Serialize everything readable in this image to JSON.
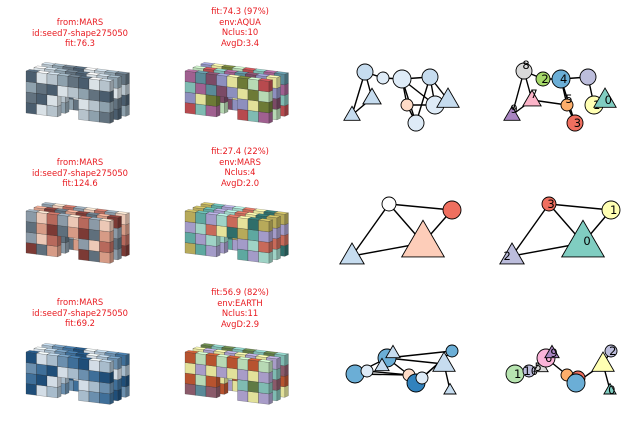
{
  "rows": [
    {
      "left_caption": {
        "line1": "from:MARS",
        "line2": "id:seed7-shape275050",
        "line3": "fit:76.3"
      },
      "right_caption": {
        "line1": "fit:74.3 (97%)",
        "line2": "env:AQUA",
        "line3": "Nclus:10",
        "line4": "AvgD:3.4"
      },
      "left_shape_palette": [
        "#4a5d6e",
        "#62727f",
        "#8ea1ad",
        "#b6c3cc",
        "#d9e1e6"
      ],
      "right_shape_palette": [
        "#5a8a98",
        "#7fbbb2",
        "#b7d9b4",
        "#e2e19a",
        "#7b4a66",
        "#a06090",
        "#b74a4e",
        "#6d7a36",
        "#8d8fbe"
      ],
      "graph_nodes": [
        {
          "shape": "circle",
          "color": "#c6dcef"
        },
        {
          "shape": "circle",
          "color": "#deebf7"
        },
        {
          "shape": "circle",
          "color": "#deebf7"
        },
        {
          "shape": "circle",
          "color": "#c6dcef"
        },
        {
          "shape": "circle",
          "color": "#fddbc7"
        },
        {
          "shape": "circle",
          "color": "#deebf7"
        },
        {
          "shape": "circle",
          "color": "#deebf7"
        },
        {
          "shape": "triangle",
          "color": "#c6dcef"
        },
        {
          "shape": "triangle",
          "color": "#c6dcef"
        },
        {
          "shape": "triangle",
          "color": "#c6dcef"
        }
      ],
      "cluster_nodes": [
        {
          "label": "8",
          "shape": "circle",
          "color": "#d9d9d9"
        },
        {
          "label": "2",
          "shape": "circle",
          "color": "#a6d96a"
        },
        {
          "label": "4",
          "shape": "circle",
          "color": "#6baed6"
        },
        {
          "label": "",
          "shape": "circle",
          "color": "#bcbddc"
        },
        {
          "label": "7",
          "shape": "triangle",
          "color": "#fbb4c8"
        },
        {
          "label": "5",
          "shape": "circle",
          "color": "#fdae6b"
        },
        {
          "label": "1",
          "shape": "circle",
          "color": "#ffffb3"
        },
        {
          "label": "0",
          "shape": "triangle",
          "color": "#80cdc1"
        },
        {
          "label": "3",
          "shape": "circle",
          "color": "#ef6f5f"
        },
        {
          "label": "9",
          "shape": "triangle",
          "color": "#a985c1"
        }
      ]
    },
    {
      "left_caption": {
        "line1": "from:MARS",
        "line2": "id:seed7-shape275050",
        "line3": "fit:124.6"
      },
      "right_caption": {
        "line1": "fit:27.4 (22%)",
        "line2": "env:MARS",
        "line3": "Nclus:4",
        "line4": "AvgD:2.0"
      },
      "left_shape_palette": [
        "#7c3a35",
        "#b7695c",
        "#d69b86",
        "#ecc8b6",
        "#5f6f7c",
        "#8b9aa7"
      ],
      "right_shape_palette": [
        "#2f6e6a",
        "#5ea8a0",
        "#9fd3c6",
        "#e6e39a",
        "#b7aa5a",
        "#a39bc8",
        "#c86a5a"
      ],
      "graph_nodes": [
        {
          "shape": "circle",
          "color": "#ffffff"
        },
        {
          "shape": "circle",
          "color": "#ef6f5f"
        },
        {
          "shape": "triangle",
          "color": "#c6dcef"
        },
        {
          "shape": "triangle",
          "color": "#fdcdb9"
        }
      ],
      "cluster_nodes": [
        {
          "label": "3",
          "shape": "circle",
          "color": "#ef6f5f"
        },
        {
          "label": "1",
          "shape": "circle",
          "color": "#ffffb3"
        },
        {
          "label": "2",
          "shape": "triangle",
          "color": "#bcbddc"
        },
        {
          "label": "0",
          "shape": "triangle",
          "color": "#80cdc1"
        }
      ]
    },
    {
      "left_caption": {
        "line1": "from:MARS",
        "line2": "id:seed7-shape275050",
        "line3": "fit:69.2"
      },
      "right_caption": {
        "line1": "fit:56.9 (82%)",
        "line2": "env:EARTH",
        "line3": "Nclus:11",
        "line4": "AvgD:2.9"
      },
      "left_shape_palette": [
        "#1f4e79",
        "#3f6f99",
        "#6b8fae",
        "#a8bccc",
        "#d3dde6"
      ],
      "right_shape_palette": [
        "#5a8a98",
        "#7fbbb2",
        "#e2e19a",
        "#b7d9b4",
        "#8a5a6a",
        "#5f7a44",
        "#a89cc8",
        "#b7532f"
      ],
      "graph_nodes": [
        {
          "shape": "circle",
          "color": "#6baed6"
        },
        {
          "shape": "circle",
          "color": "#deebf7"
        },
        {
          "shape": "circle",
          "color": "#6baed6"
        },
        {
          "shape": "circle",
          "color": "#fddbc7"
        },
        {
          "shape": "circle",
          "color": "#3182bd"
        },
        {
          "shape": "circle",
          "color": "#6baed6"
        },
        {
          "shape": "circle",
          "color": "#deebf7"
        },
        {
          "shape": "triangle",
          "color": "#c6dcef"
        },
        {
          "shape": "triangle",
          "color": "#c6dcef"
        },
        {
          "shape": "triangle",
          "color": "#c6dcef"
        },
        {
          "shape": "triangle",
          "color": "#c6dcef"
        }
      ],
      "cluster_nodes": [
        {
          "label": "1",
          "shape": "circle",
          "color": "#b7e4b0"
        },
        {
          "label": "10",
          "shape": "circle",
          "color": "#bcbddc"
        },
        {
          "label": "5",
          "shape": "triangle",
          "color": "#d9d9d9"
        },
        {
          "label": "6",
          "shape": "circle",
          "color": "#fbb4d9"
        },
        {
          "label": "",
          "shape": "circle",
          "color": "#fdae6b"
        },
        {
          "label": "3",
          "shape": "circle",
          "color": "#ef6f5f"
        },
        {
          "label": "",
          "shape": "circle",
          "color": "#6baed6"
        },
        {
          "label": "2",
          "shape": "circle",
          "color": "#bcbddc"
        },
        {
          "label": "",
          "shape": "triangle",
          "color": "#ffffb3"
        },
        {
          "label": "0",
          "shape": "triangle",
          "color": "#80cdc1"
        },
        {
          "label": "9",
          "shape": "triangle",
          "color": "#a985c1"
        }
      ]
    }
  ]
}
